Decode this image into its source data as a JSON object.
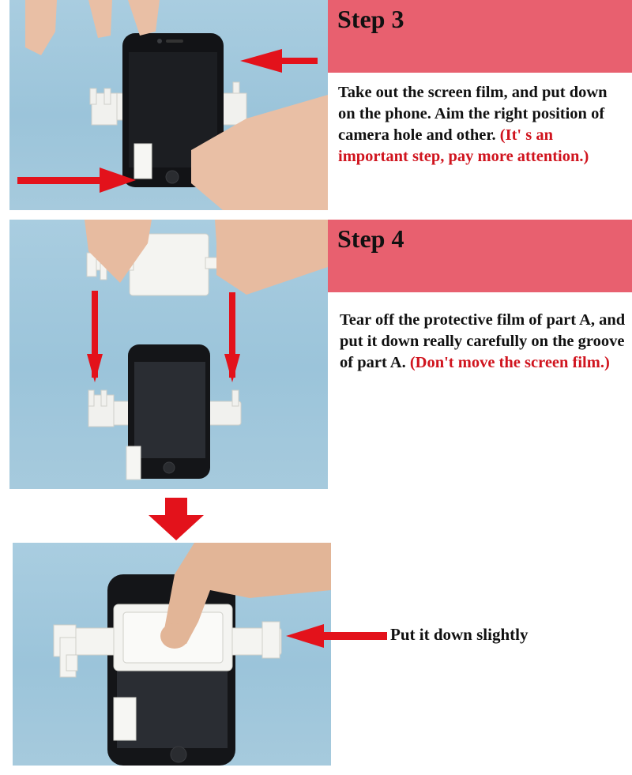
{
  "steps": [
    {
      "title": "Step 3",
      "text": "Take out the screen film, and put down on the phone. Aim the right position of camera hole and other.",
      "note": "(It' s an important step, pay more attention.)"
    },
    {
      "title": "Step 4",
      "text": "Tear off the protective film of part A, and put it down really carefully on the groove of part A.",
      "note": "(Don't move the screen film.)"
    }
  ],
  "final": {
    "label": "Put it down slightly"
  },
  "colors": {
    "banner": "#e8606f",
    "warning_text": "#d0141e",
    "arrow": "#e3121b"
  }
}
